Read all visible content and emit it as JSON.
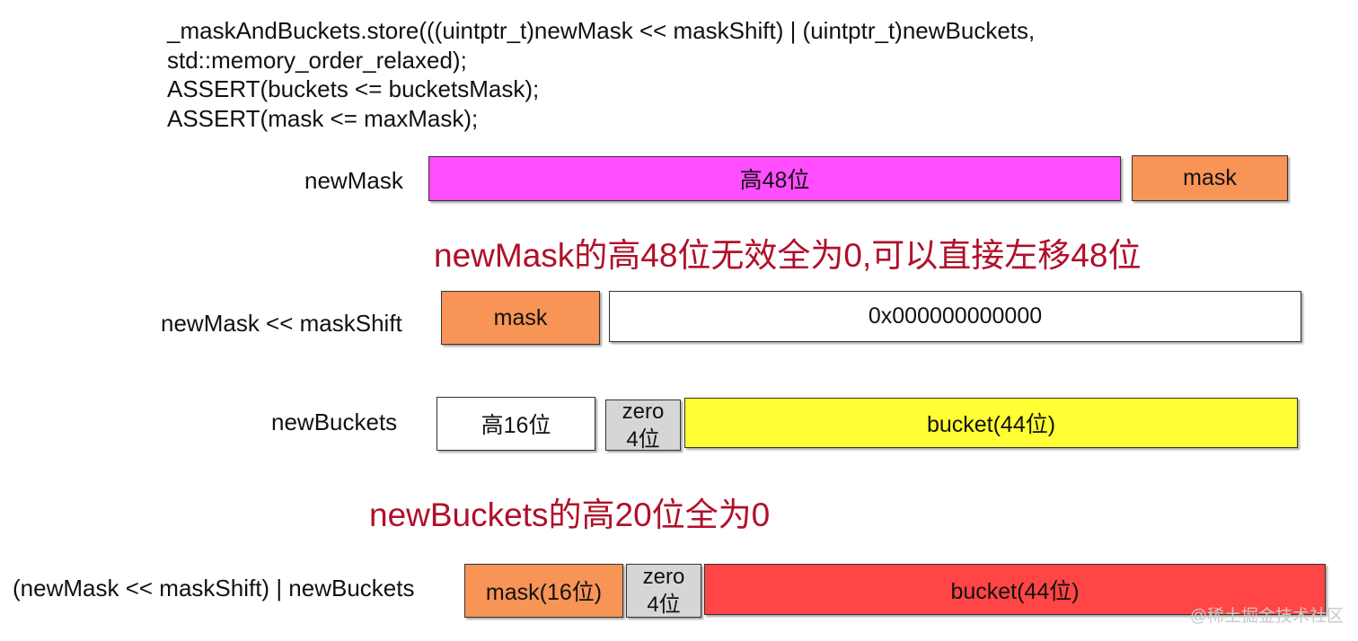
{
  "code": {
    "line1": "_maskAndBuckets.store(((uintptr_t)newMask << maskShift) | (uintptr_t)newBuckets,",
    "line2": "std::memory_order_relaxed);",
    "line3": "ASSERT(buckets <= bucketsMask);",
    "line4": "ASSERT(mask <= maxMask);"
  },
  "rows": {
    "newMask": {
      "label": "newMask",
      "high": "高48位",
      "low": "mask"
    },
    "shifted": {
      "label": "newMask << maskShift",
      "high": "mask",
      "low": "0x000000000000"
    },
    "newBuckets": {
      "label": "newBuckets",
      "high": "高16位",
      "zero_top": "zero",
      "zero_bottom": "4位",
      "bucket": "bucket(44位)"
    },
    "result": {
      "label": "(newMask << maskShift) | newBuckets",
      "mask": "mask(16位)",
      "zero_top": "zero",
      "zero_bottom": "4位",
      "bucket": "bucket(44位)"
    }
  },
  "notes": {
    "mask_note": "newMask的高48位无效全为0,可以直接左移48位",
    "buckets_note": "newBuckets的高20位全为0"
  },
  "watermark": "@稀土掘金技术社区",
  "colors": {
    "magenta": "#ff4dff",
    "orange": "#f79456",
    "yellow": "#ffff33",
    "red": "#ff4545",
    "gray": "#d6d6d6",
    "white": "#ffffff",
    "note_red": "#b0102a"
  }
}
